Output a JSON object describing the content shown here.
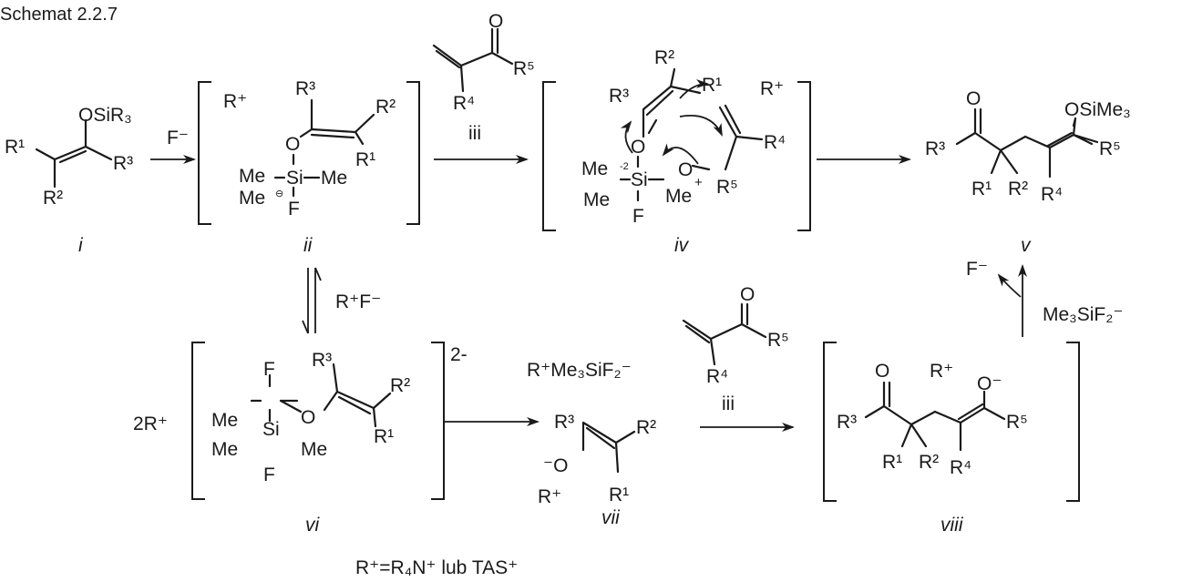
{
  "title": "Schemat 2.2.7",
  "footnote": "R⁺=R₄N⁺ lub TAS⁺",
  "compounds": {
    "i": {
      "label": "i",
      "atoms": [
        "R¹",
        "R³",
        "R²",
        "OSiR₃"
      ]
    },
    "ii": {
      "label": "ii",
      "atoms": [
        "R⁺",
        "R³",
        "R²",
        "O",
        "R¹",
        "Me",
        "Si",
        "Me",
        "Me",
        "F",
        "⊖"
      ]
    },
    "iv": {
      "label": "iv",
      "atoms": [
        "R²",
        "R¹",
        "R³",
        "R⁺",
        "O",
        "R⁴",
        "O",
        "+",
        "Me",
        "Si",
        "Me",
        "Me",
        "F",
        "R⁵",
        "-2"
      ]
    },
    "v": {
      "label": "v",
      "atoms": [
        "O",
        "OSiMe₃",
        "R³",
        "R⁵",
        "R¹",
        "R²",
        "R⁴"
      ]
    },
    "vi": {
      "label": "vi",
      "atoms": [
        "R³",
        "R²",
        "F",
        "O",
        "Me",
        "Si",
        "Me",
        "Me",
        "F",
        "R¹"
      ],
      "counterion": "2R⁺",
      "charge": "2-"
    },
    "vii": {
      "label": "vii",
      "atoms": [
        "R³",
        "R²",
        "⁻O",
        "R⁺",
        "R¹"
      ]
    },
    "viii": {
      "label": "viii",
      "atoms": [
        "R⁺",
        "O",
        "O⁻",
        "R³",
        "R⁵",
        "R¹",
        "R²",
        "R⁴"
      ]
    },
    "enone_top": {
      "atoms": [
        "O",
        "R⁵",
        "R⁴"
      ]
    },
    "enone_bottom": {
      "atoms": [
        "O",
        "R⁵",
        "R⁴"
      ]
    }
  },
  "reagents": {
    "fluoride": "F⁻",
    "ammonium_fluoride": "R⁺F⁻",
    "silicate_salt": "R⁺Me₃SiF₂⁻",
    "released_fluoride": "F⁻",
    "recycled_silicate": "Me₃SiF₂⁻",
    "step_iii_top": "iii",
    "step_iii_bottom": "iii"
  }
}
